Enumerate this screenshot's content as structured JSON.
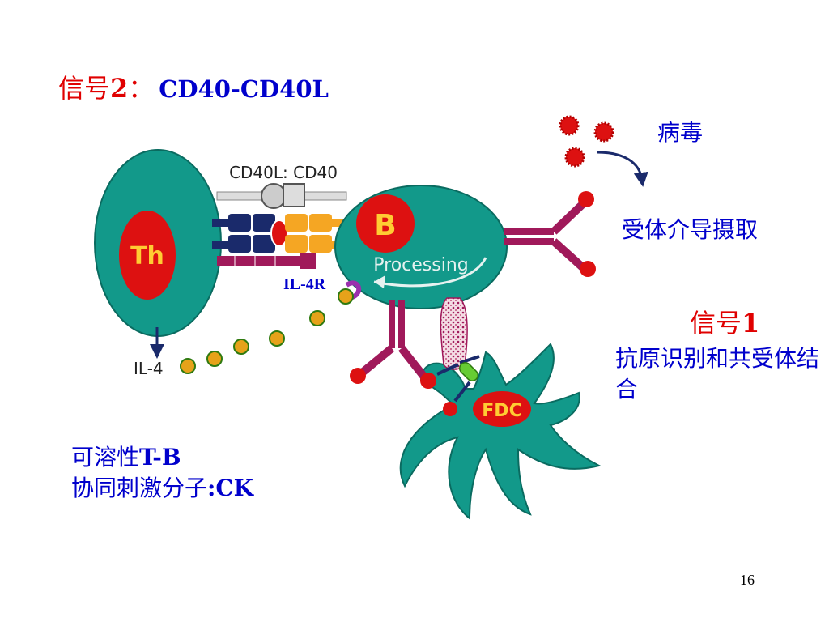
{
  "slide": {
    "title": {
      "signal_label": "信号",
      "signal_number": "2",
      "separator": "：",
      "molecule": "CD40-CD40L"
    },
    "virus_label": "病毒",
    "receptor_uptake_label": "受体介导摄取",
    "signal1": {
      "signal_label": "信号",
      "signal_number": "1"
    },
    "signal1_description": "抗原识别和共受体结合",
    "soluble": {
      "line1_cn": "可溶性",
      "line1_en": "T-B",
      "line2_cn": "协同刺激分子",
      "line2_en": ":CK"
    },
    "page_number": "16"
  },
  "diagram": {
    "cd40_label": "CD40L: CD40",
    "th_label": "Th",
    "b_label": "B",
    "processing_label": "Processing",
    "il4r_label": "IL-4R",
    "il4_label": "IL-4",
    "fdc_label": "FDC"
  },
  "colors": {
    "cell_teal": "#12998a",
    "nucleus_red": "#dd1111",
    "label_yellow": "#ffcc33",
    "receptor_magenta": "#a0195a",
    "navy": "#1a2a6b",
    "orange": "#f5a623",
    "il4_dot": "#e6a21a",
    "title_red": "#e00000",
    "text_blue": "#0000cc"
  }
}
